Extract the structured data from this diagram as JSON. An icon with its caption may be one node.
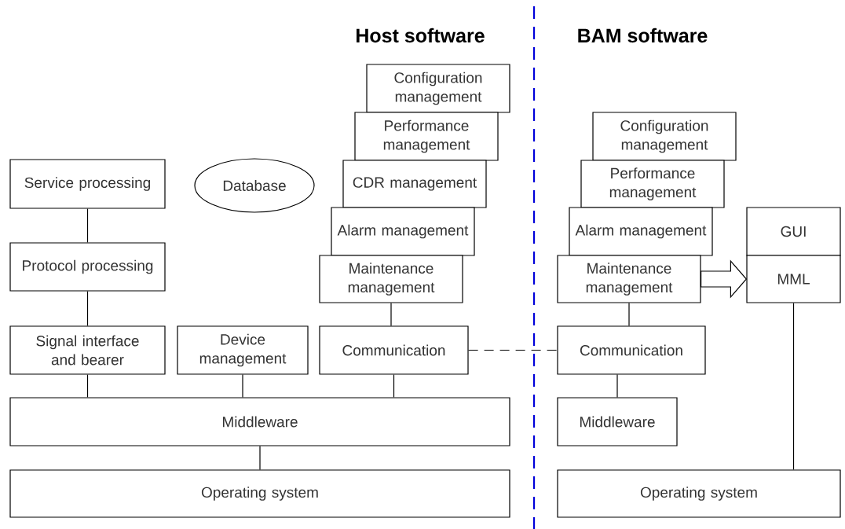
{
  "diagram": {
    "nodes": [
      {
        "text": [
          "Service processing"
        ]
      },
      {
        "text": [
          "Database"
        ]
      },
      {
        "text": [
          "Configuration management"
        ]
      },
      {
        "text": [
          "Performance management"
        ]
      },
      {
        "text": [
          "CDR management"
        ]
      },
      {
        "text": [
          "Alarm management"
        ]
      },
      {
        "text": [
          "Maintenance management"
        ]
      },
      {
        "text": [
          "Protocol processing"
        ]
      },
      {
        "text": [
          "Signal interface and bearer"
        ]
      },
      {
        "text": [
          "Device management"
        ]
      },
      {
        "text": [
          "Communication"
        ]
      },
      {
        "text": [
          "Middleware"
        ]
      },
      {
        "text": [
          "Operating system"
        ]
      },
      {
        "text": [
          "Configuration management"
        ]
      },
      {
        "text": [
          "Performance management"
        ]
      },
      {
        "text": [
          "Alarm management"
        ]
      },
      {
        "text": [
          "Maintenance management"
        ]
      },
      {
        "text": [
          "GUI"
        ]
      },
      {
        "text": [
          "MML"
        ]
      },
      {
        "text": [
          "Communication"
        ]
      },
      {
        "text": [
          "Middleware"
        ]
      },
      {
        "text": [
          "Operating system"
        ]
      }
    ],
    "edges": [
      {
        "from": 0,
        "to": 7,
        "arrow": "none"
      },
      {
        "from": 7,
        "to": 8,
        "arrow": "none"
      },
      {
        "from": 8,
        "to": 11,
        "arrow": "none"
      },
      {
        "from": 9,
        "to": 11,
        "arrow": "none"
      },
      {
        "from": 6,
        "to": 10,
        "arrow": "none"
      },
      {
        "from": 10,
        "to": 11,
        "arrow": "none"
      },
      {
        "from": 11,
        "to": 12,
        "arrow": "none"
      },
      {
        "from": 10,
        "to": 19,
        "arrow": "none",
        "style": "dashed"
      },
      {
        "from": 16,
        "to": 19,
        "arrow": "none"
      },
      {
        "from": 19,
        "to": 20,
        "arrow": "none"
      },
      {
        "from": 16,
        "to": 18,
        "arrow": "to",
        "style": "thick"
      },
      {
        "from": 18,
        "to": 21,
        "arrow": "none"
      }
    ],
    "labels": [
      "Host software",
      "BAM software"
    ]
  }
}
